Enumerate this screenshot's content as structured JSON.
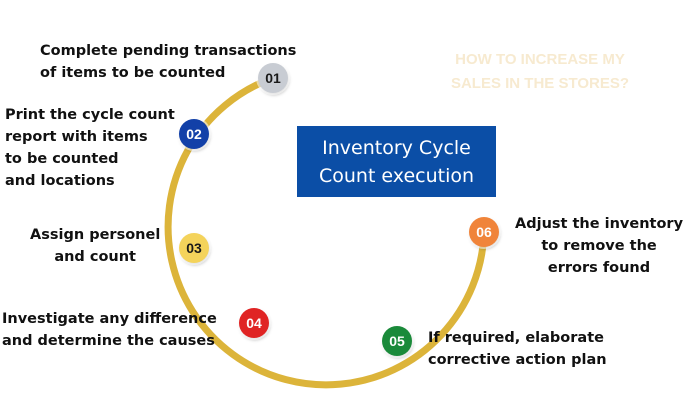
{
  "title": "Inventory Cycle\nCount execution",
  "watermark": "HOW TO INCREASE\nMY SALES IN THE\nSTORES?",
  "colors": {
    "arc": "#dcb43a",
    "title_bg": "#0b4ea6",
    "step_01": "#c8ccd3",
    "step_02": "#1240a8",
    "step_03": "#f4d35b",
    "step_04": "#e02424",
    "step_05": "#1a8a3a",
    "step_06": "#f0843a"
  },
  "steps": [
    {
      "number": "01",
      "text": "Complete pending transactions\nof items to be counted"
    },
    {
      "number": "02",
      "text": "Print the cycle count\nreport with items\nto be counted\nand locations"
    },
    {
      "number": "03",
      "text": "Assign personel\nand count"
    },
    {
      "number": "04",
      "text": "Investigate any difference\nand determine the causes"
    },
    {
      "number": "05",
      "text": "If required, elaborate\ncorrective action plan"
    },
    {
      "number": "06",
      "text": "Adjust the inventory\nto remove the\nerrors found"
    }
  ]
}
